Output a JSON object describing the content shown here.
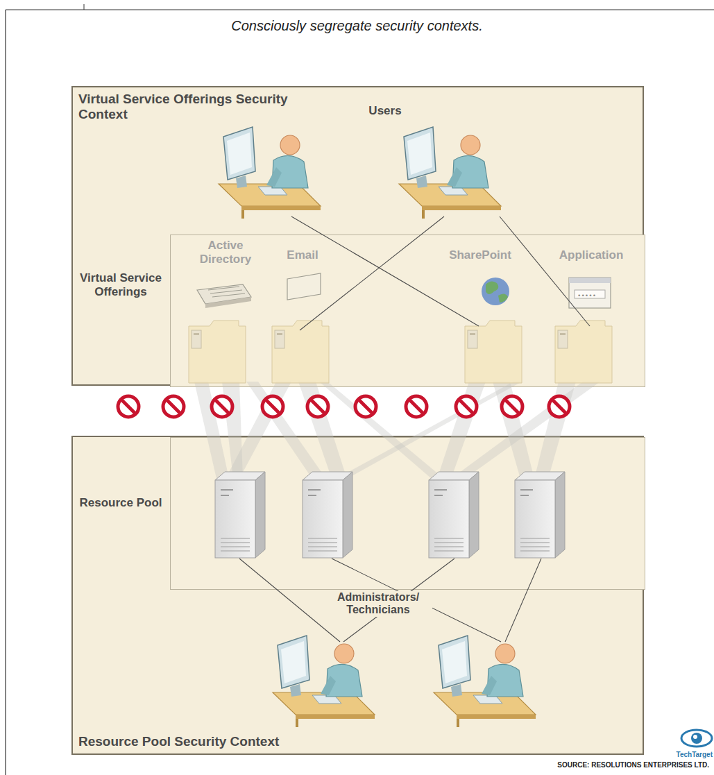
{
  "diagram": {
    "title": "Consciously segregate security contexts.",
    "nodes": [
      {
        "text": [
          "Virtual Service Offerings Security Context"
        ]
      },
      {
        "text": [
          "Virtual Service Offerings"
        ],
        "in": 0
      },
      {
        "text": [
          "Resource Pool Security Context"
        ]
      },
      {
        "text": [
          "Resource Pool"
        ],
        "in": 2
      }
    ],
    "labels": [
      "Users",
      "Active Directory",
      "Email",
      "SharePoint",
      "Application",
      "Administrators/ Technicians",
      "SOURCE: RESOLUTIONS ENTERPRISES LTD.",
      "TechTarget"
    ]
  }
}
